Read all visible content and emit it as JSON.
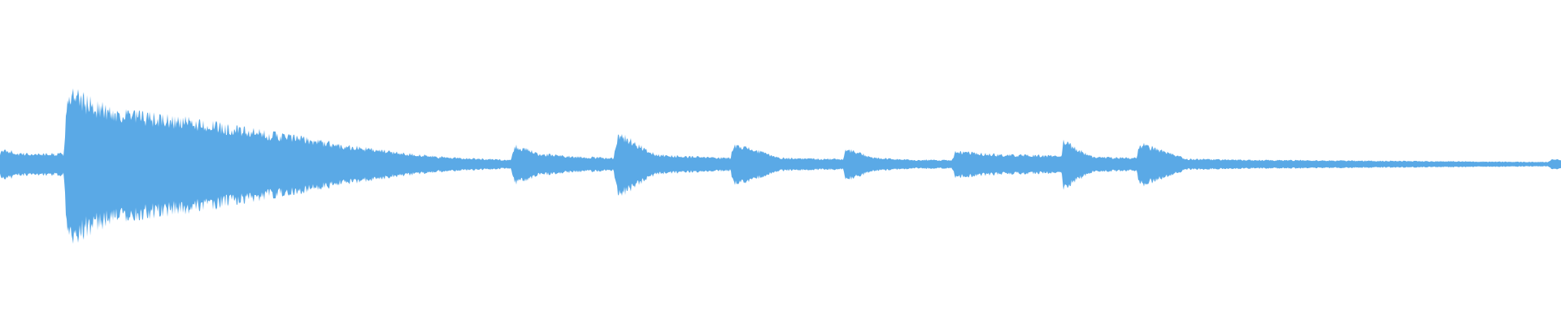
{
  "waveform": {
    "color": "#5aa9e6",
    "background": "#ffffff",
    "duration_fraction_points": [
      0.0,
      0.004,
      0.012,
      0.041,
      0.043,
      0.07,
      0.1,
      0.13,
      0.16,
      0.19,
      0.22,
      0.25,
      0.28,
      0.31,
      0.327,
      0.33,
      0.345,
      0.37,
      0.393,
      0.396,
      0.42,
      0.445,
      0.468,
      0.47,
      0.5,
      0.53,
      0.54,
      0.542,
      0.56,
      0.585,
      0.61,
      0.612,
      0.64,
      0.68,
      0.681,
      0.7,
      0.728,
      0.73,
      0.76,
      0.8,
      0.85,
      0.9,
      0.95,
      0.992,
      0.994,
      1.0
    ],
    "amplitude_points": [
      0.11,
      0.14,
      0.1,
      0.1,
      0.7,
      0.52,
      0.45,
      0.4,
      0.32,
      0.26,
      0.18,
      0.12,
      0.07,
      0.05,
      0.04,
      0.18,
      0.1,
      0.07,
      0.06,
      0.3,
      0.09,
      0.07,
      0.06,
      0.2,
      0.06,
      0.05,
      0.05,
      0.15,
      0.06,
      0.04,
      0.04,
      0.12,
      0.09,
      0.08,
      0.22,
      0.07,
      0.06,
      0.2,
      0.05,
      0.04,
      0.035,
      0.03,
      0.025,
      0.02,
      0.05,
      0.04
    ]
  }
}
